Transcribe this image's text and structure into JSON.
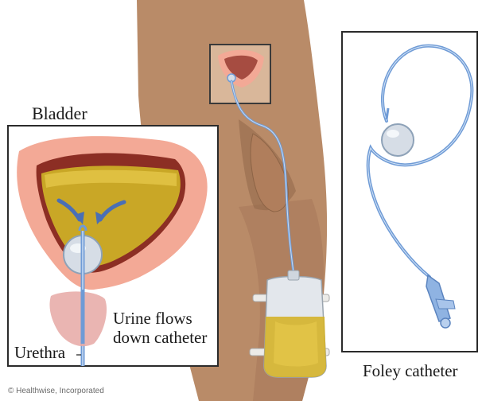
{
  "labels": {
    "bladder": "Bladder",
    "urine_flows_line1": "Urine flows",
    "urine_flows_line2": "down catheter",
    "urethra": "Urethra",
    "foley_catheter": "Foley catheter",
    "credit": "© Healthwise, Incorporated"
  },
  "colors": {
    "skin": "#b98b68",
    "skin_shadow": "#8d6446",
    "bladder_tissue": "#f3a996",
    "bladder_wall_dark": "#8c2e24",
    "urine": "#c9a726",
    "catheter_blue": "#6f9bd6",
    "balloon": "#d6dde6",
    "panel_border": "#2b2b2b"
  }
}
